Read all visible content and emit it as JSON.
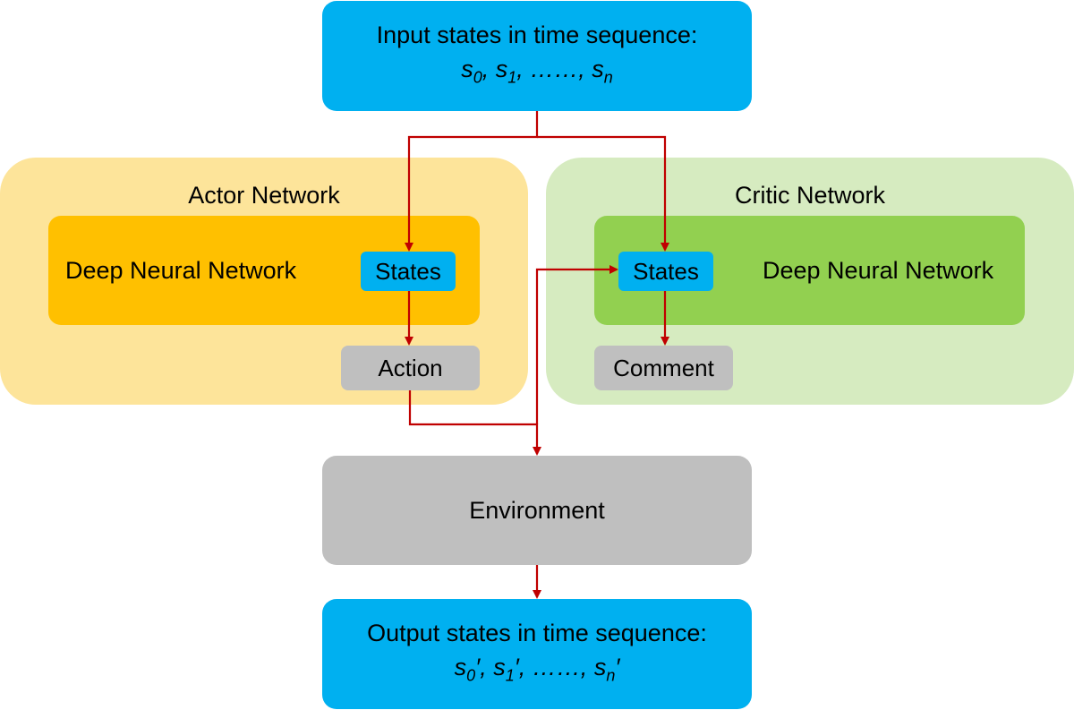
{
  "input": {
    "title": "Input states in time sequence:",
    "seq": {
      "s0": "s",
      "sub0": "0",
      "s1": "s",
      "sub1": "1",
      "dots": "……",
      "sn": "s",
      "subn": "n"
    }
  },
  "actor": {
    "title": "Actor Network",
    "dnn_label": "Deep Neural Network",
    "states": "States",
    "action": "Action"
  },
  "critic": {
    "title": "Critic Network",
    "dnn_label": "Deep Neural Network",
    "states": "States",
    "comment": "Comment"
  },
  "environment": {
    "label": "Environment"
  },
  "output": {
    "title": "Output states in time sequence:",
    "seq": {
      "s0": "s",
      "sub0": "0",
      "p0": "′",
      "s1": "s",
      "sub1": "1",
      "p1": "′",
      "dots": "……",
      "sn": "s",
      "subn": "n",
      "pn": "′"
    }
  },
  "colors": {
    "io_blue": "#00b0f0",
    "actor_outer": "#fde49a",
    "actor_inner": "#ffc000",
    "critic_outer": "#d6ebc0",
    "critic_inner": "#92d050",
    "gray": "#bfbfbf",
    "arrow": "#c00000"
  }
}
